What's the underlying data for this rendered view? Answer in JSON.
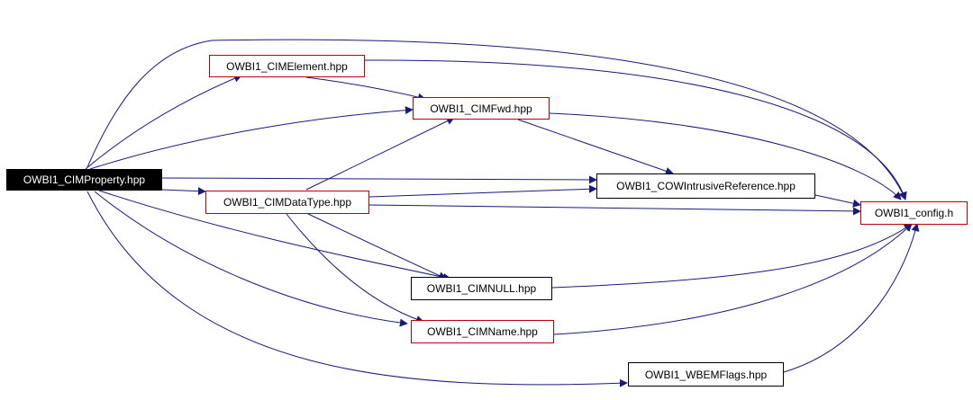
{
  "colors": {
    "edge": "#1a1a7a",
    "highlight_border": "#c00000",
    "plain_border": "#000000",
    "root_fill": "#000000",
    "root_text": "#ffffff"
  },
  "nodes": {
    "property": "OWBI1_CIMProperty.hpp",
    "element": "OWBI1_CIMElement.hpp",
    "fwd": "OWBI1_CIMFwd.hpp",
    "datatype": "OWBI1_CIMDataType.hpp",
    "cow": "OWBI1_COWIntrusiveReference.hpp",
    "config": "OWBI1_config.h",
    "cimnull": "OWBI1_CIMNULL.hpp",
    "name": "OWBI1_CIMName.hpp",
    "wbem": "OWBI1_WBEMFlags.hpp"
  }
}
